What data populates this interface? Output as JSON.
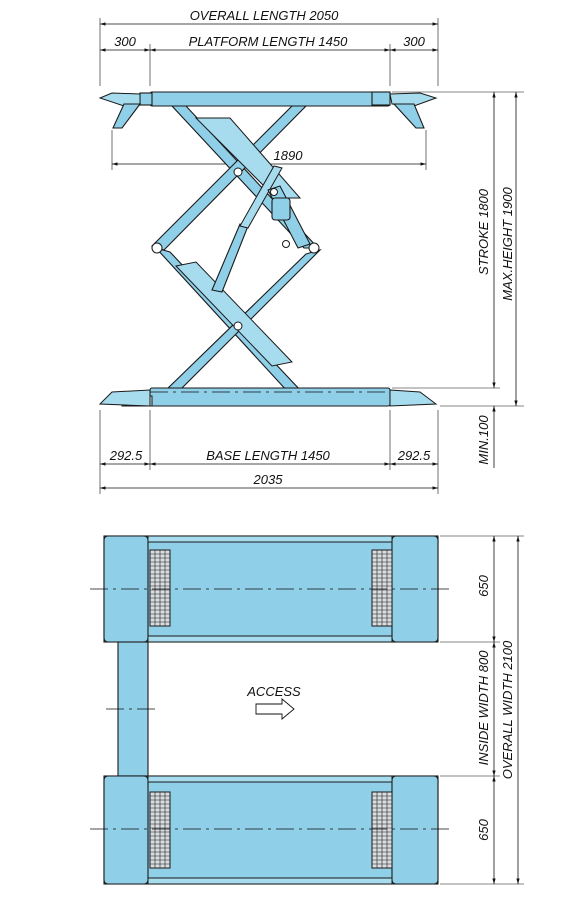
{
  "side_view": {
    "overall_length": "OVERALL LENGTH 2050",
    "left_extension": "300",
    "platform_length": "PLATFORM LENGTH 1450",
    "right_extension": "300",
    "span_1890": "1890",
    "stroke": "STROKE 1800",
    "max_height": "MAX.HEIGHT 1900",
    "min_height": "MIN.100",
    "base_left": "292.5",
    "base_length": "BASE LENGTH 1450",
    "base_right": "292.5",
    "base_overall": "2035"
  },
  "plan_view": {
    "top_platform_width": "650",
    "inside_width": "INSIDE WIDTH 800",
    "overall_width": "OVERALL WIDTH 2100",
    "bottom_platform_width": "650",
    "access_label": "ACCESS"
  },
  "colors": {
    "lift_body": "#8fcfe8",
    "outline": "#1a1a1a"
  }
}
